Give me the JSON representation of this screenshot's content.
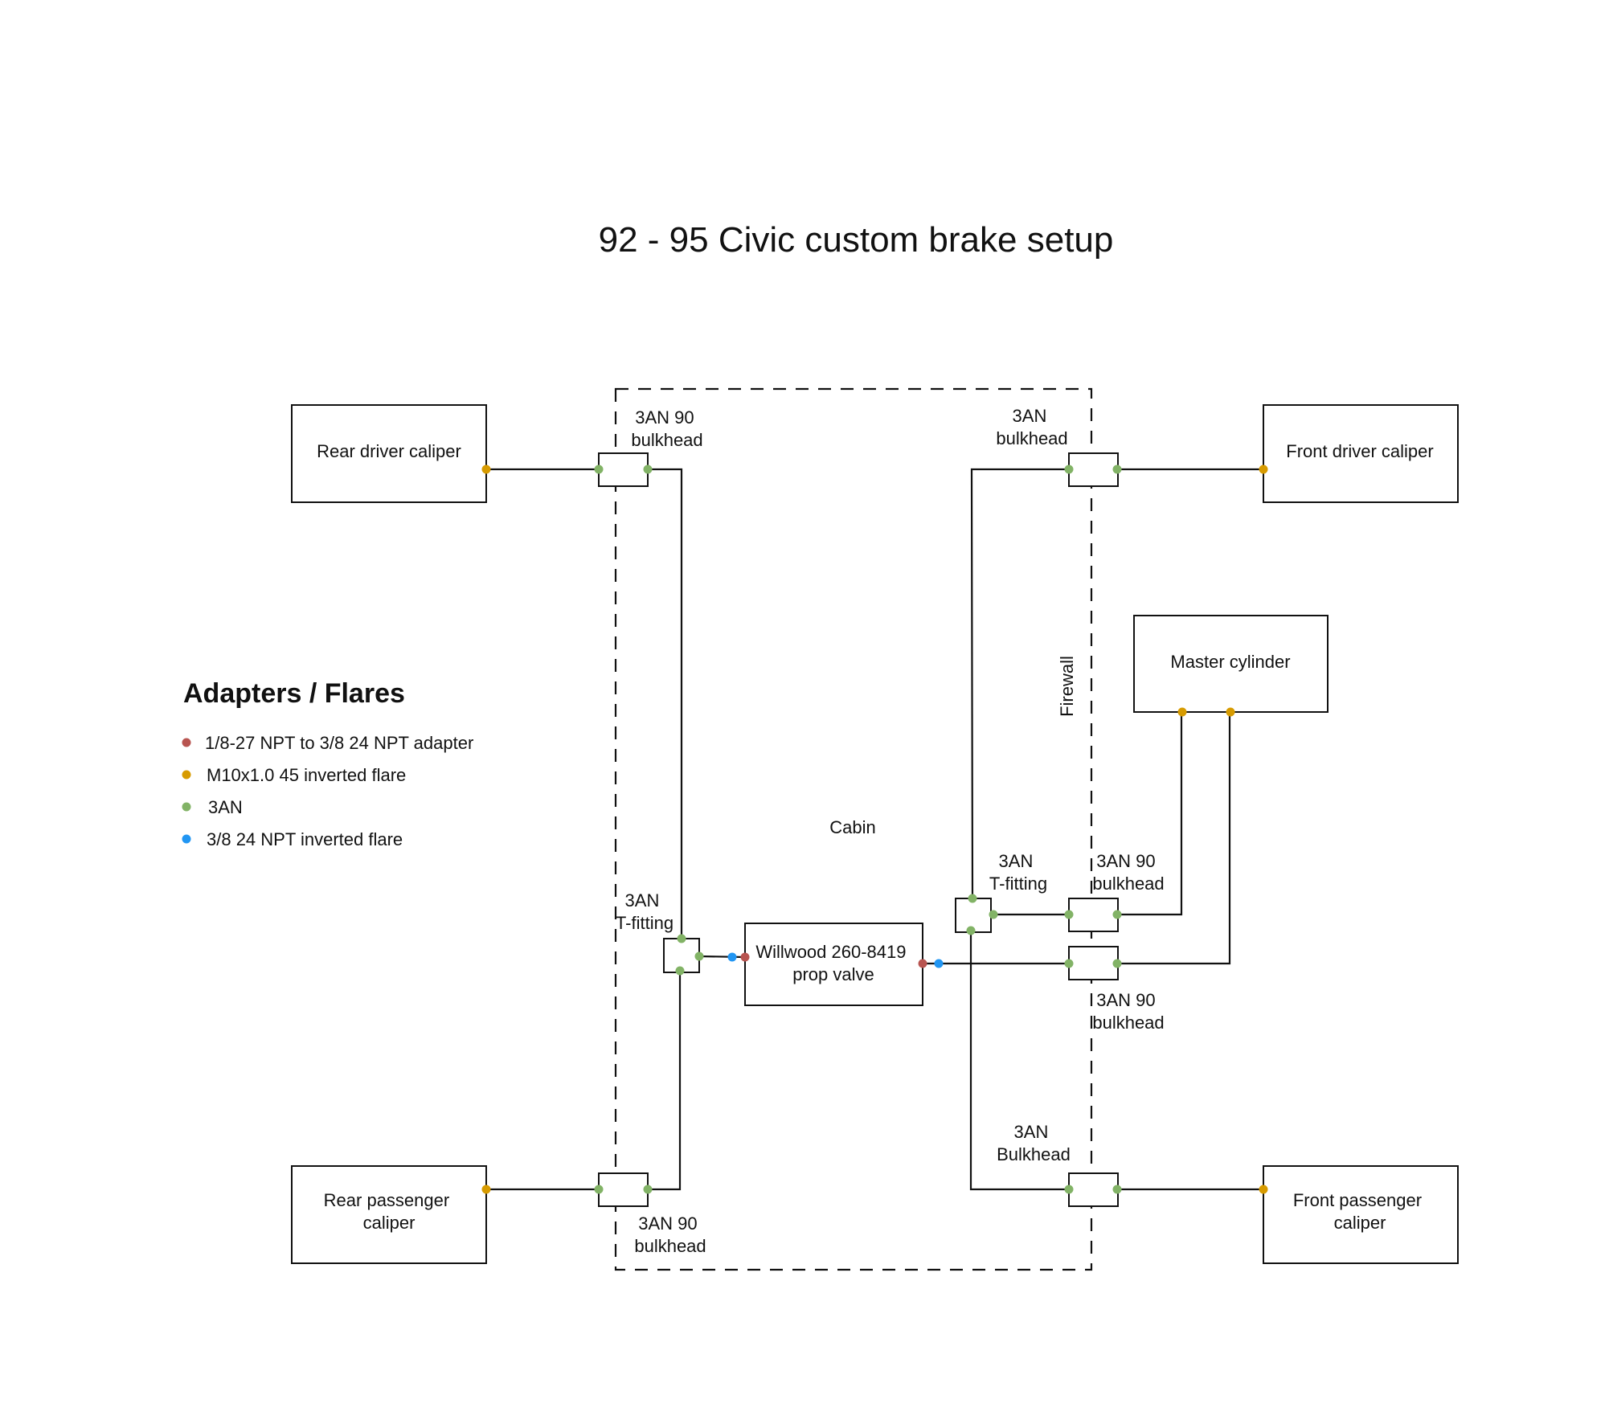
{
  "title": "92 - 95 Civic custom brake setup",
  "colors": {
    "npt_adapter": "#b85450",
    "inverted_flare_m10": "#d79b00",
    "an3": "#82b366",
    "npt_inverted_flare": "#2196f3"
  },
  "components": {
    "rear_driver_caliper": "Rear driver caliper",
    "front_driver_caliper": "Front driver caliper",
    "rear_passenger_caliper": [
      "Rear passenger",
      "caliper"
    ],
    "front_passenger_caliper": [
      "Front passenger",
      "caliper"
    ],
    "master_cylinder": "Master cylinder",
    "prop_valve": [
      "Willwood 260-8419",
      "prop valve"
    ]
  },
  "fittings": {
    "rear_driver_bulkhead": [
      "3AN 90",
      "bulkhead"
    ],
    "front_driver_bulkhead": [
      "3AN",
      "bulkhead"
    ],
    "rear_t_fitting": [
      "3AN",
      "T-fitting"
    ],
    "front_t_fitting": [
      "3AN",
      "T-fitting"
    ],
    "mc_bulkhead_upper": [
      "3AN 90",
      "bulkhead"
    ],
    "mc_bulkhead_lower": [
      "3AN 90",
      "bulkhead"
    ],
    "front_passenger_bulkhead": [
      "3AN",
      "Bulkhead"
    ],
    "rear_passenger_bulkhead": [
      "3AN 90",
      "bulkhead"
    ]
  },
  "zones": {
    "cabin": "Cabin",
    "firewall": "Firewall"
  },
  "legend": {
    "title": "Adapters / Flares",
    "items": [
      {
        "label": "1/8-27 NPT to 3/8 24 NPT adapter",
        "color": "#b85450"
      },
      {
        "label": "M10x1.0 45 inverted flare",
        "color": "#d79b00"
      },
      {
        "label": "3AN",
        "color": "#82b366"
      },
      {
        "label": "3/8 24 NPT inverted flare",
        "color": "#2196f3"
      }
    ]
  }
}
